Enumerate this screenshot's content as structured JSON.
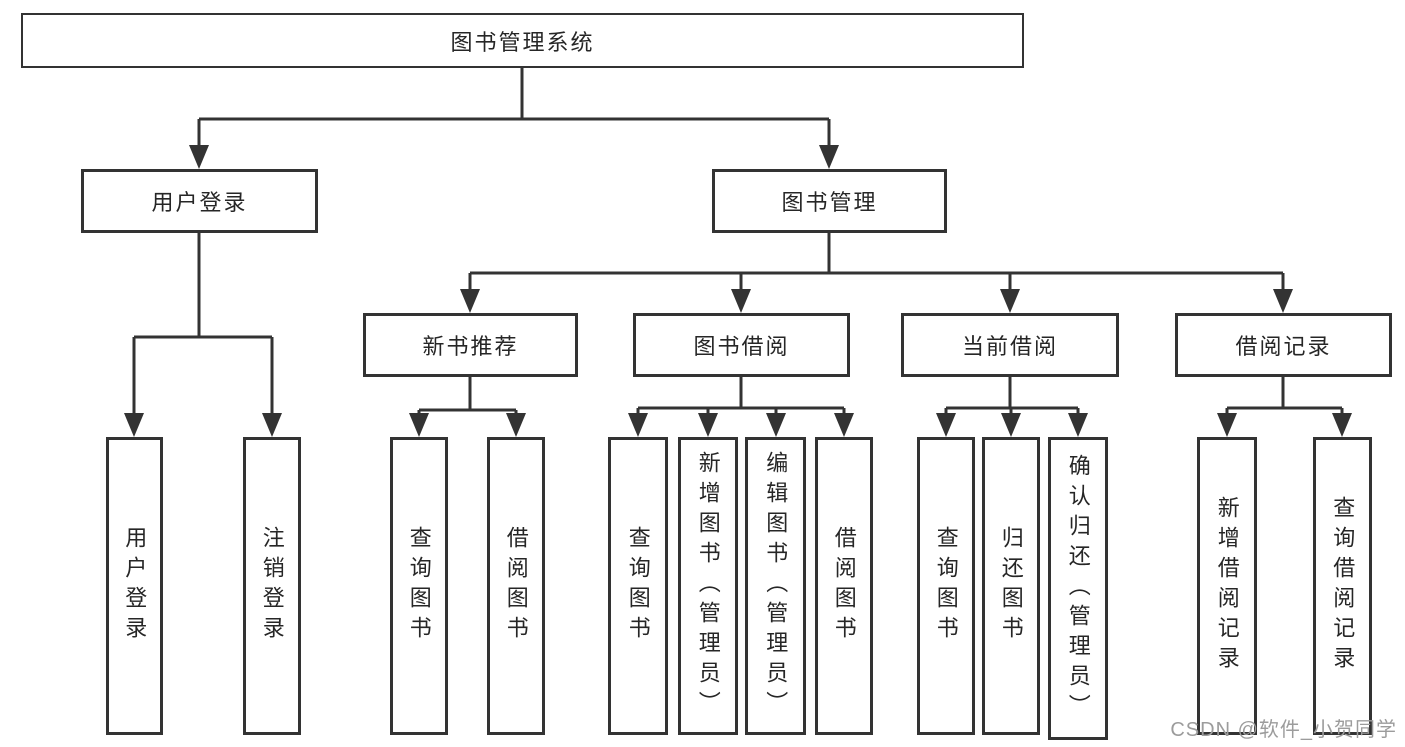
{
  "diagram": {
    "root": "图书管理系统",
    "branches": [
      {
        "label": "用户登录",
        "leaves": [
          "用户登录",
          "注销登录"
        ]
      },
      {
        "label": "图书管理",
        "sections": [
          {
            "label": "新书推荐",
            "leaves": [
              "查询图书",
              "借阅图书"
            ]
          },
          {
            "label": "图书借阅",
            "leaves": [
              "查询图书",
              "新增图书（管理员）",
              "编辑图书（管理员）",
              "借阅图书"
            ]
          },
          {
            "label": "当前借阅",
            "leaves": [
              "查询图书",
              "归还图书",
              "确认归还（管理员）"
            ]
          },
          {
            "label": "借阅记录",
            "leaves": [
              "新增借阅记录",
              "查询借阅记录"
            ]
          }
        ]
      }
    ],
    "colors": {
      "line": "#333333",
      "box_border": "#333333",
      "text": "#262626",
      "watermark": "#9c9c9c",
      "background": "#ffffff"
    }
  },
  "watermark": {
    "text": "CSDN @软件_小贺同学"
  }
}
